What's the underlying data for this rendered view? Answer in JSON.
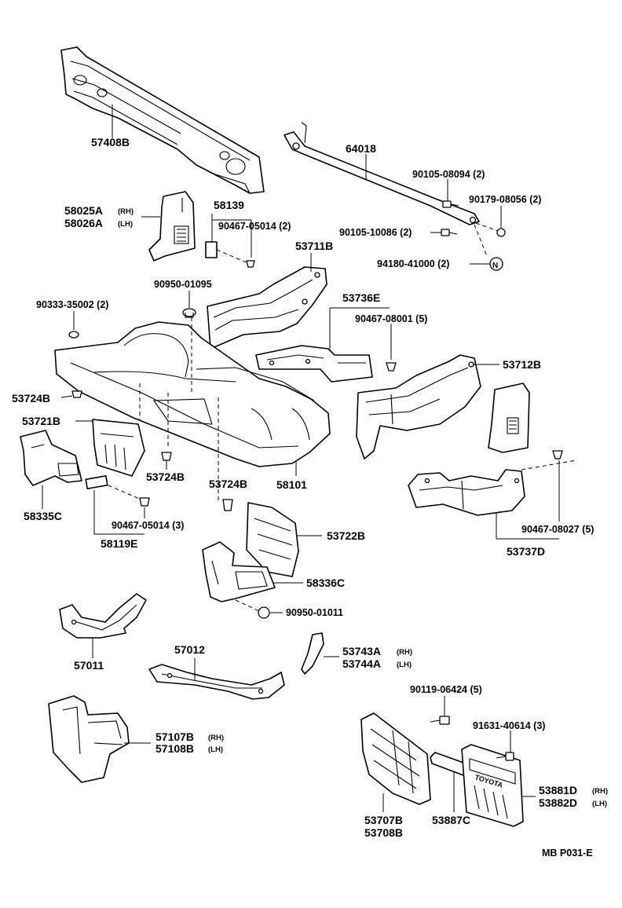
{
  "labels": {
    "l57408b": "57408B",
    "l64018": "64018",
    "l90105_08094": "90105-08094 (2)",
    "l90179_08056": "90179-08056 (2)",
    "l90105_10086": "90105-10086 (2)",
    "l94180_41000": "94180-41000 (2)",
    "l58025a": "58025A",
    "l58025a_sfx": "(RH)",
    "l58026a": "58026A",
    "l58026a_sfx": "(LH)",
    "l58139": "58139",
    "l90467_05014_2": "90467-05014 (2)",
    "l53711b": "53711B",
    "l90950_01095": "90950-01095",
    "l90333_35002": "90333-35002 (2)",
    "l53736e": "53736E",
    "l90467_08001": "90467-08001 (5)",
    "l53712b": "53712B",
    "l53724b_a": "53724B",
    "l53721b": "53721B",
    "l53724b_b": "53724B",
    "l53724b_c": "53724B",
    "l58101": "58101",
    "l58335c": "58335C",
    "l90467_05014_3": "90467-05014 (3)",
    "l58119e": "58119E",
    "l53722b": "53722B",
    "l58336c": "58336C",
    "l90950_01011": "90950-01011",
    "l90467_08027": "90467-08027 (5)",
    "l53737d": "53737D",
    "l57011": "57011",
    "l57012": "57012",
    "l53743a": "53743A",
    "l53743a_sfx": "(RH)",
    "l53744a": "53744A",
    "l53744a_sfx": "(LH)",
    "l57107b": "57107B",
    "l57107b_sfx": "(RH)",
    "l57108b": "57108B",
    "l57108b_sfx": "(LH)",
    "l90119_06424": "90119-06424 (5)",
    "l91631_40614": "91631-40614 (3)",
    "l53881d": "53881D",
    "l53881d_sfx": "(RH)",
    "l53882d": "53882D",
    "l53882d_sfx": "(LH)",
    "l53707b": "53707B",
    "l53708b": "53708B",
    "l53887c": "53887C",
    "plate_text": "TOYOTA",
    "footer": "MB  P031-E"
  }
}
